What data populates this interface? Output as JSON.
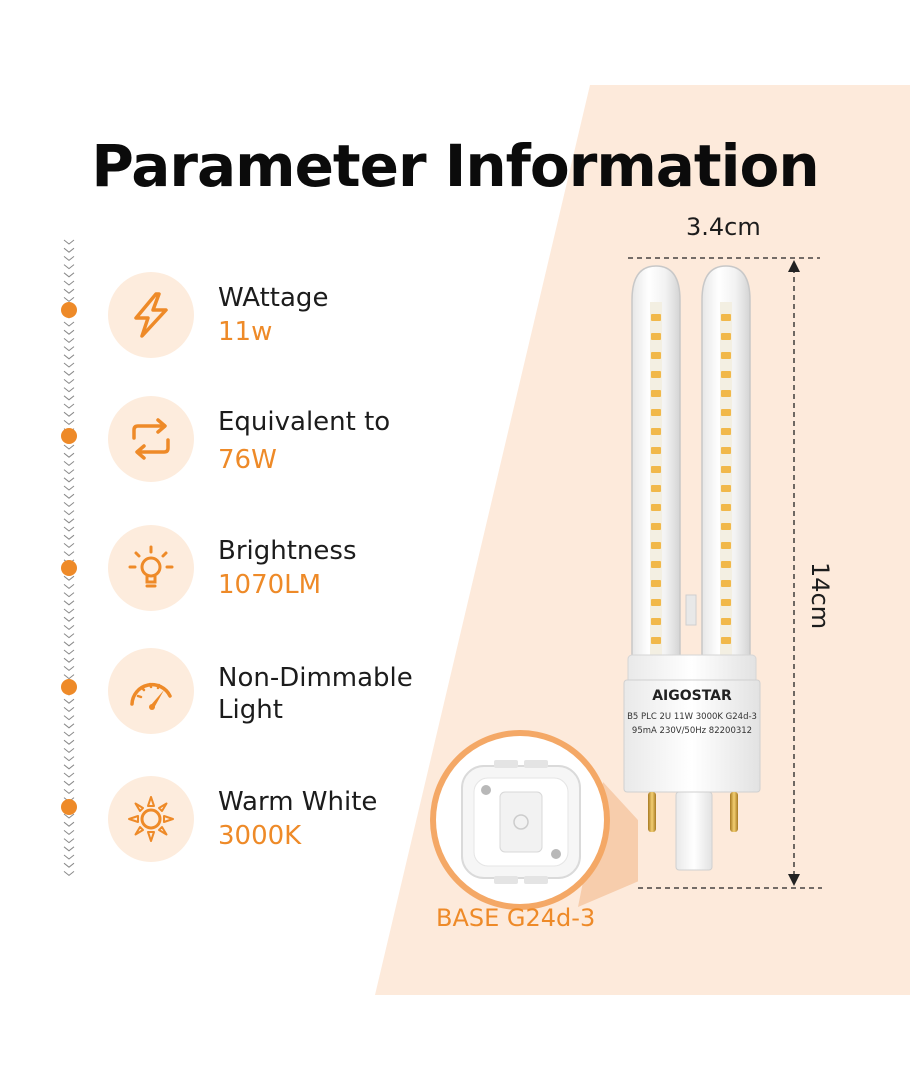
{
  "title": "Parameter Information",
  "colors": {
    "accent": "#ee8a28",
    "icon_bg": "#fdecdd",
    "panel": "#fdeadb",
    "text": "#1c1c1c"
  },
  "features": [
    {
      "label": "WAttage",
      "value": "11w",
      "icon": "lightning-icon"
    },
    {
      "label": "Equivalent to",
      "value": "76W",
      "icon": "swap-arrows-icon"
    },
    {
      "label": "Brightness",
      "value": "1070LM",
      "icon": "light-bulb-icon"
    },
    {
      "label": "Non-Dimmable",
      "label2": "Light",
      "icon": "gauge-icon"
    },
    {
      "label": "Warm White",
      "value": "3000K",
      "icon": "sun-icon"
    }
  ],
  "product": {
    "brand": "AIGOSTAR",
    "spec_line1": "B5 PLC 2U 11W  3000K G24d-3",
    "spec_line2": "95mA 230V/50Hz  82200312"
  },
  "dimensions": {
    "width": "3.4cm",
    "height": "14cm"
  },
  "base_label": "BASE G24d-3"
}
